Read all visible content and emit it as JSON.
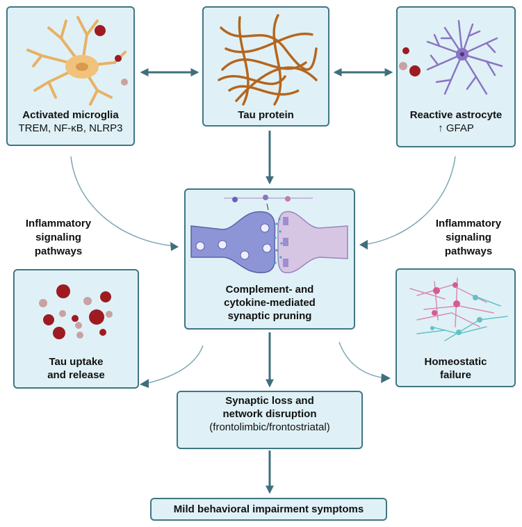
{
  "nodes": {
    "microglia": {
      "title": "Activated microglia",
      "subtitle": "TREM, NF-κB, NLRP3"
    },
    "tau": {
      "title": "Tau protein"
    },
    "astrocyte": {
      "title": "Reactive astrocyte",
      "subtitle": "↑ GFAP"
    },
    "pruning": {
      "line1": "Complement- and",
      "line2": "cytokine-mediated",
      "line3": "synaptic pruning"
    },
    "uptake": {
      "line1": "Tau uptake",
      "line2": "and release"
    },
    "homeostatic": {
      "line1": "Homeostatic",
      "line2": "failure"
    },
    "synaptic_loss": {
      "line1": "Synaptic loss and",
      "line2": "network disruption",
      "line3": "(frontolimbic/frontostriatal)"
    },
    "symptoms": {
      "title": "Mild behavioral impairment symptoms"
    }
  },
  "side_labels": {
    "left": {
      "line1": "Inflammatory",
      "line2": "signaling",
      "line3": "pathways"
    },
    "right": {
      "line1": "Inflammatory",
      "line2": "signaling",
      "line3": "pathways"
    }
  },
  "colors": {
    "box_fill": "#dff1f6",
    "box_border": "#3f7682",
    "arrow": "#3f6f7c",
    "curve": "#7fa7b3",
    "microglia": "#f2c27b",
    "tau": "#b5651d",
    "astrocyte": "#8a74c4",
    "particle_dark": "#9e1b22",
    "particle_light": "#c9a1a4",
    "synapse_pre": "#8e95d6",
    "synapse_post": "#d6c6e3"
  }
}
